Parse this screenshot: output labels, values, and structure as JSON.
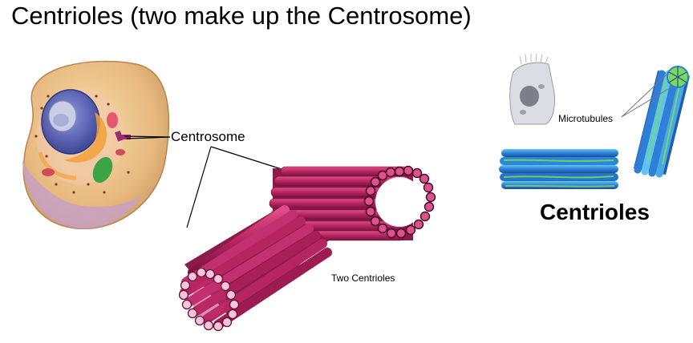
{
  "title": "Centrioles (two make up the Centrosome)",
  "labels": {
    "centrosome": "Centrosome",
    "two_centrioles": "Two Centrioles",
    "microtubules": "Microtubules",
    "centrioles": "Centrioles"
  },
  "colors": {
    "centriole_pink": "#b5255f",
    "microtubule_blue": "#2f7fd6",
    "microtubule_green": "#7ed957",
    "cell_membrane": "#e7b97f",
    "nucleus": "#5c63b8"
  }
}
